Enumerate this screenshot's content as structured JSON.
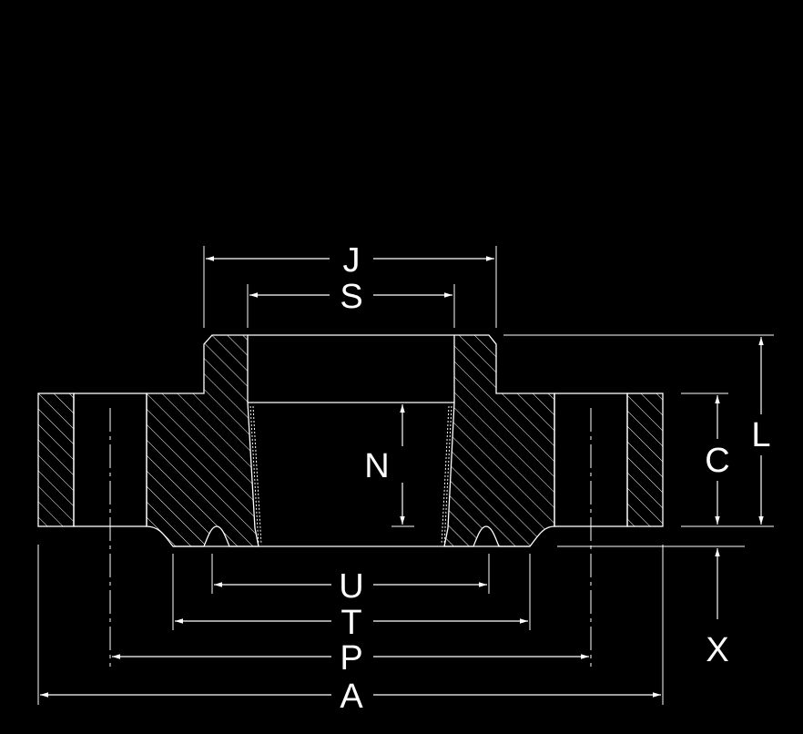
{
  "drawing": {
    "background": "#000000",
    "line_color": "#ffffff",
    "hatch_color": "#ffffff"
  },
  "labels": {
    "J": "J",
    "S": "S",
    "N": "N",
    "L": "L",
    "C": "C",
    "U": "U",
    "T": "T",
    "P": "P",
    "A": "A",
    "X": "X"
  }
}
